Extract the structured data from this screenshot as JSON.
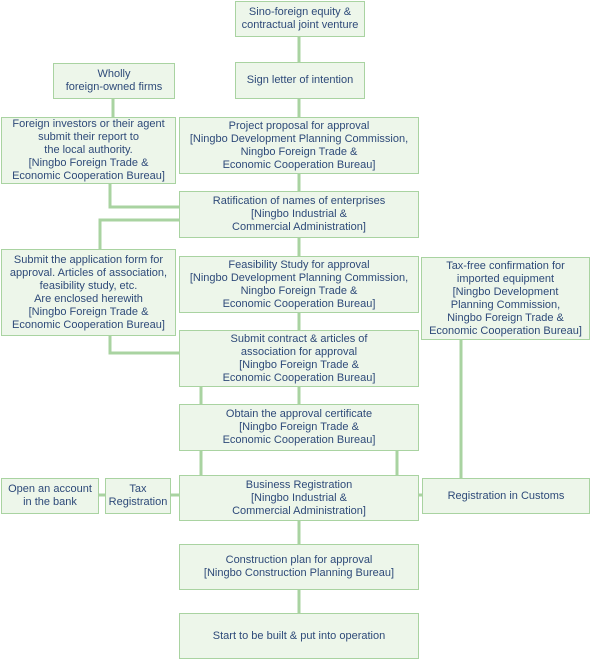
{
  "colors": {
    "box_fill": "#edf6ea",
    "box_border": "#a9d3a1",
    "connector": "#a9d3a1",
    "text": "#2e4a79"
  },
  "boxes": {
    "sino_foreign": "Sino-foreign equity &\ncontractual joint venture",
    "wholly_foreign": "Wholly\nforeign-owned firms",
    "letter_of_intention": "Sign letter of intention",
    "foreign_investors_report": "Foreign investors or their agent\nsubmit  their report to\nthe local authority.\n[Ningbo Foreign Trade &\nEconomic Cooperation Bureau]",
    "project_proposal": "Project proposal for approval\n[Ningbo Development Planning Commission,\nNingbo Foreign Trade &\nEconomic Cooperation Bureau]",
    "ratification_names": "Ratification of names of enterprises\n[Ningbo Industrial &\nCommercial Administration]",
    "application_form": "Submit the application form for\napproval. Articles of association,\nfeasibility study, etc.\nAre enclosed herewith\n[Ningbo Foreign Trade &\nEconomic Cooperation Bureau]",
    "feasibility_study": "Feasibility Study for approval\n[Ningbo Development Planning Commission,\nNingbo Foreign Trade &\nEconomic Cooperation Bureau]",
    "tax_free_confirmation": "Tax-free confirmation for\nimported equipment\n[Ningbo Development\nPlanning Commission,\nNingbo Foreign Trade &\nEconomic Cooperation Bureau]",
    "contract_articles": "Submit contract & articles of\nassociation for approval\n[Ningbo Foreign Trade &\nEconomic Cooperation Bureau]",
    "approval_certificate": "Obtain the approval certificate\n[Ningbo Foreign Trade &\nEconomic Cooperation Bureau]",
    "open_account": "Open an account\nin the bank",
    "tax_registration": "Tax\nRegistration",
    "business_registration": "Business Registration\n[Ningbo Industrial &\nCommercial Administration]",
    "customs_registration": "Registration in Customs",
    "construction_plan": "Construction plan for approval\n[Ningbo Construction Planning Bureau]",
    "start_operation": "Start to be built & put into operation"
  }
}
